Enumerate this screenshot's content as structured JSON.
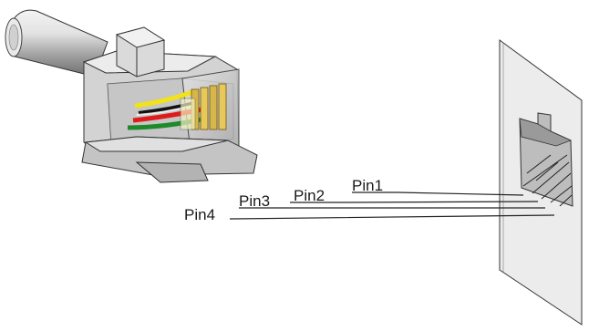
{
  "labels": {
    "pin1": "Pin1",
    "pin2": "Pin2",
    "pin3": "Pin3",
    "pin4": "Pin4"
  },
  "colors": {
    "wire_yellow": "#f2e21a",
    "wire_red": "#e01b1b",
    "wire_green": "#1f8a2a",
    "wire_black": "#111111",
    "contact_gold": "#d8b74a",
    "plastic_gray": "#c9c9c9",
    "cable_gray": "#b5b5b5",
    "wall_gray": "#e9e9e9",
    "line": "#222222"
  }
}
